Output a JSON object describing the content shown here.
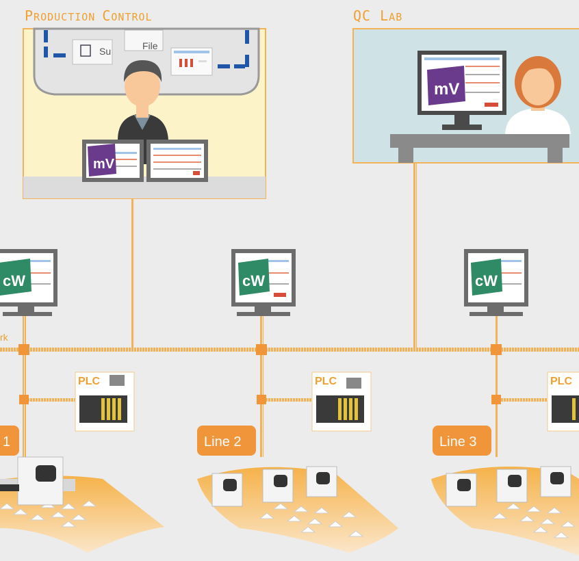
{
  "sections": {
    "production_control": {
      "first": "P",
      "rest": "RODUCTION ",
      "first2": "C",
      "rest2": "ONTROL"
    },
    "qc_lab": {
      "first": "QC ",
      "first2": "L",
      "rest2": "AB"
    }
  },
  "monitor_logos": {
    "mv": "mV",
    "cw": "cW"
  },
  "window_labels": {
    "su": "Su",
    "file": "File"
  },
  "network_label": "rk",
  "plc_label": "PLC",
  "lines": [
    "1",
    "Line 2",
    "Line 3"
  ],
  "colors": {
    "orange": "#f0a030",
    "line_orange": "#f0953a",
    "mv_purple": "#6a3a8c",
    "cw_green": "#2f8a66",
    "qc_blue": "#cfe3e6",
    "room_yellow": "#fdf3c8"
  }
}
